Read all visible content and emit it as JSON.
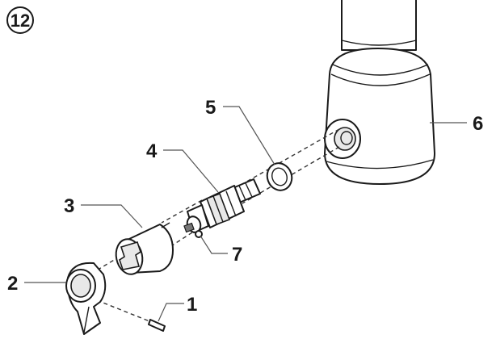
{
  "step_number": "12",
  "callouts": {
    "c1": "1",
    "c2": "2",
    "c3": "3",
    "c4": "4",
    "c5": "5",
    "c6": "6",
    "c7": "7"
  }
}
